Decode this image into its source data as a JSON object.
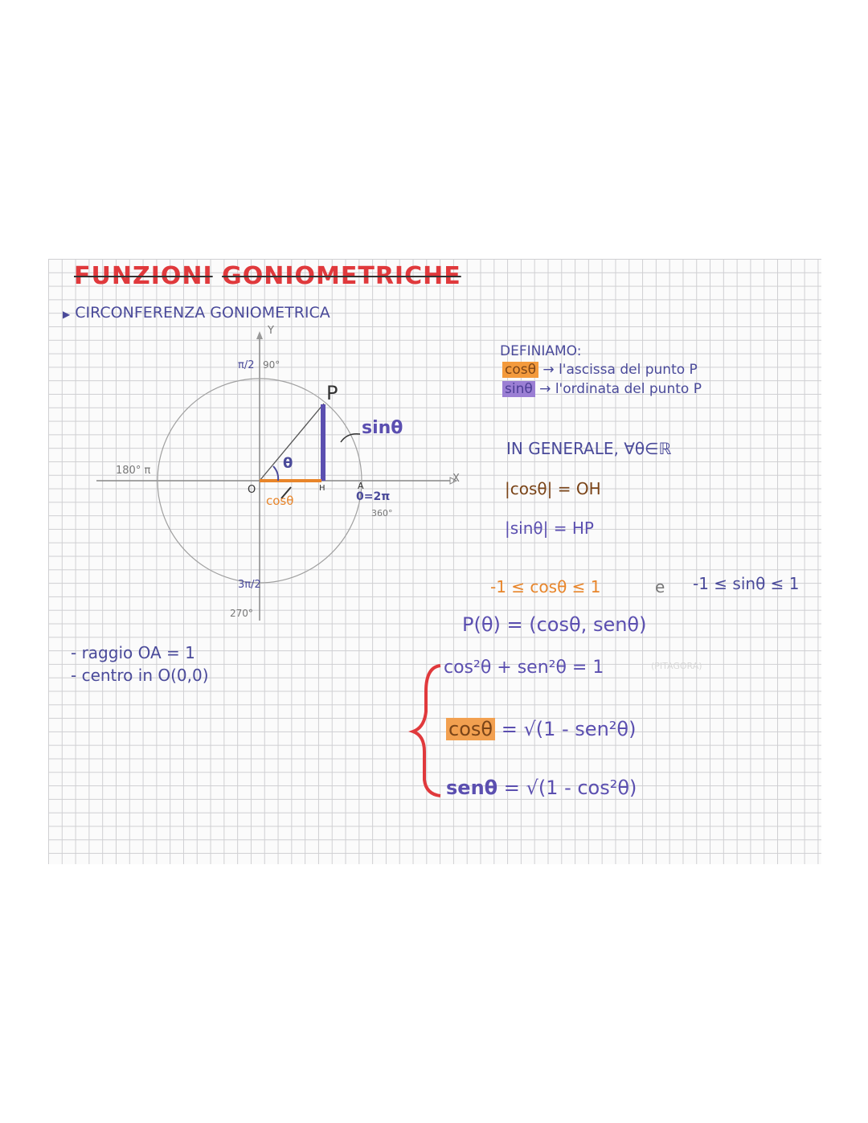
{
  "title": {
    "word1": "FUNZIONI",
    "word2": "GONIOMETRICHE",
    "strike_note": "funzioni goniometriche"
  },
  "section": {
    "bullet": "▶",
    "heading": "CIRCONFERENZA GONIOMETRICA"
  },
  "diagram": {
    "y_axis": "Y",
    "x_axis": "X",
    "top_rad": "π/2",
    "top_deg": "90°",
    "left_label": "180° π",
    "bottom_rad": "3π/2",
    "bottom_deg": "270°",
    "origin": "O",
    "foot": "H",
    "point": "P",
    "point_a": "A",
    "angle": "θ",
    "right_label": "0=2π",
    "right_deg": "360°",
    "sin_label": "sinθ",
    "cos_label": "cosθ",
    "colors": {
      "sin": "#5b4fb0",
      "cos": "#e8852a",
      "circle": "#9a9a9a"
    }
  },
  "notes": {
    "radius": "- raggio OA = 1",
    "center": "- centro in O(0,0)"
  },
  "definitions": {
    "heading": "DEFINIAMO:",
    "cos_term": "cosθ",
    "cos_def": "→ l'ascissa del punto P",
    "sin_term": "sinθ",
    "sin_def": "→ l'ordinata del punto P"
  },
  "general": {
    "heading": "IN GENERALE, ∀θ∈ℝ",
    "abs_cos": "|cosθ| = OH",
    "abs_sin": "|sinθ| = HP",
    "range_cos": "-1 ≤ cosθ ≤ 1",
    "and": "e",
    "range_sin": "-1 ≤ sinθ ≤ 1",
    "point_def": "P(θ) = (cosθ, senθ)",
    "identity": "cos²θ + sen²θ = 1",
    "identity_note": "(PITAGORA)",
    "cos_lhs": "cosθ",
    "cos_rhs": "= √(1 - sen²θ)",
    "sin_lhs": "senθ",
    "sin_rhs": "= √(1 - cos²θ)"
  }
}
